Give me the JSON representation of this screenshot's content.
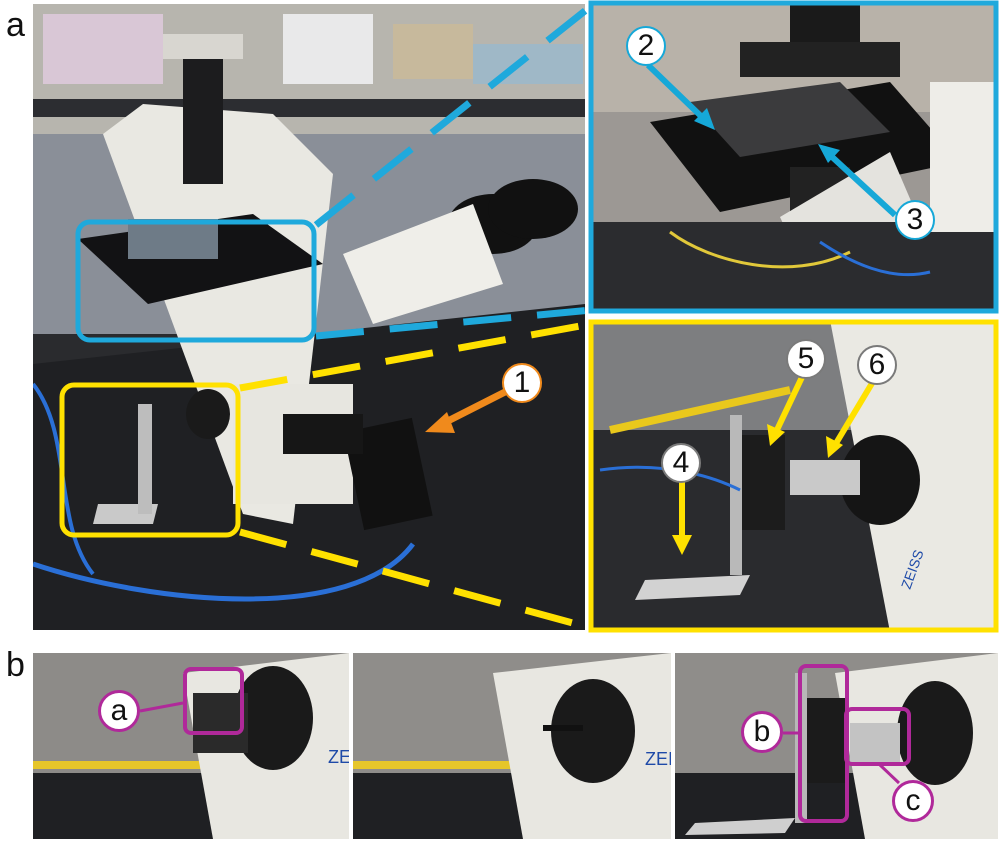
{
  "panels": {
    "a": "a",
    "b": "b"
  },
  "callouts": {
    "one": "1",
    "two": "2",
    "three": "3",
    "four": "4",
    "five": "5",
    "six": "6",
    "sub_a": "a",
    "sub_b": "b",
    "sub_c": "c"
  },
  "photo_text": {
    "zeiss": "ZEISS",
    "zeiss_short": "ZEI"
  },
  "colors": {
    "blue_highlight": "#1fa9dc",
    "yellow_highlight": "#ffe100",
    "orange_arrow": "#f08a1c",
    "magenta_box": "#b0299a"
  }
}
